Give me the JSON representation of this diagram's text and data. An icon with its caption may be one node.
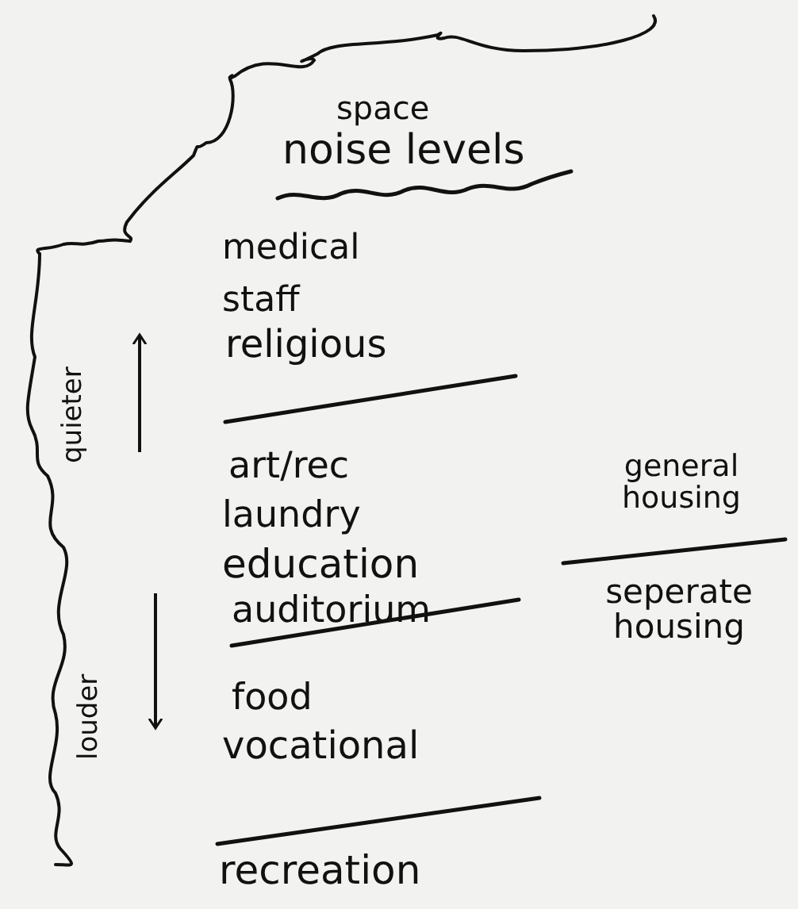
{
  "diagram": {
    "labels": [
      "space",
      "noise levels",
      "quieter",
      "medical",
      "staff",
      "religious",
      "art/rec",
      "laundry",
      "education",
      "auditorium",
      "general housing",
      "louder",
      "seperate housing",
      "food",
      "vocational",
      "recreation"
    ]
  }
}
